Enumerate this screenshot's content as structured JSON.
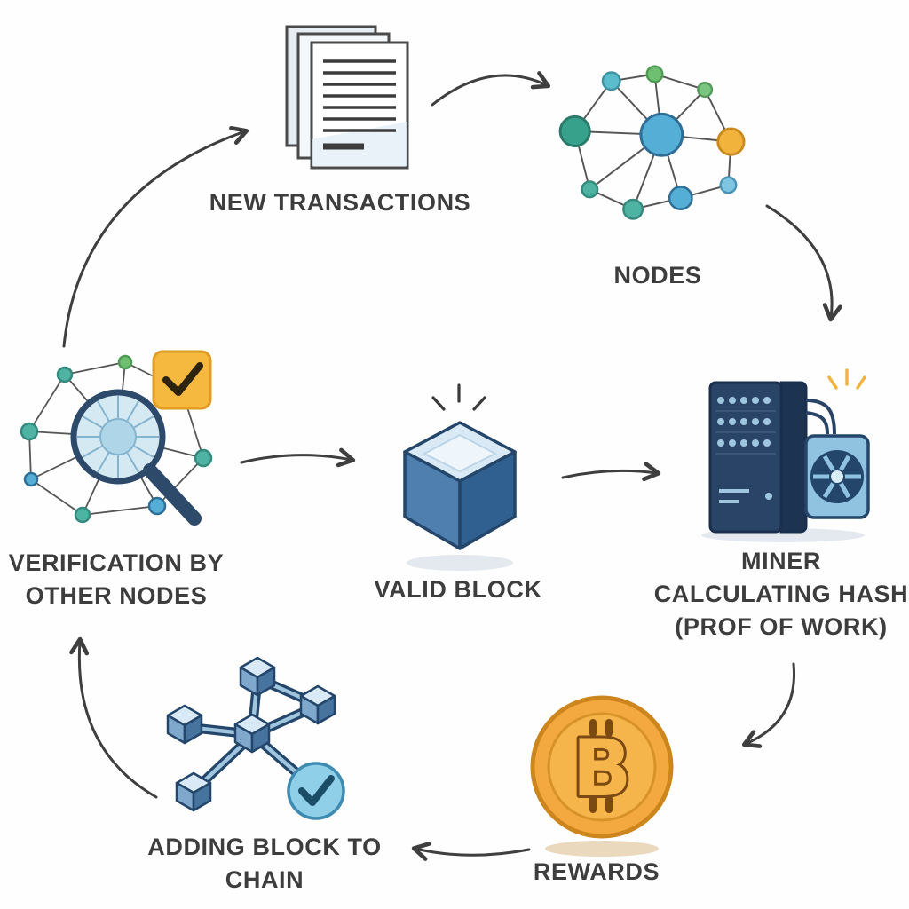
{
  "diagram": {
    "type": "cycle-flowchart",
    "steps": {
      "new_transactions": {
        "label": "NEW TRANSACTIONS",
        "icon": "documents-icon"
      },
      "nodes": {
        "label": "NODES",
        "icon": "network-graph-icon"
      },
      "miner": {
        "line1": "MINER",
        "line2": "CALCULATING HASH",
        "line3": "(PROF OF WORK)",
        "icon": "mining-server-icon"
      },
      "rewards": {
        "label": "REWARDS",
        "icon": "bitcoin-coin-icon"
      },
      "adding_block": {
        "line1": "ADDING BLOCK TO",
        "line2": "CHAIN",
        "icon": "blockchain-cubes-check-icon"
      },
      "verification": {
        "line1": "VERIFICATION BY",
        "line2": "OTHER NODES",
        "icon": "magnifier-network-icon"
      },
      "valid_block": {
        "label": "VALID BLOCK",
        "icon": "cube-icon"
      }
    },
    "flow": [
      {
        "from": "new_transactions",
        "to": "nodes"
      },
      {
        "from": "nodes",
        "to": "miner"
      },
      {
        "from": "miner",
        "to": "rewards"
      },
      {
        "from": "rewards",
        "to": "adding_block"
      },
      {
        "from": "adding_block",
        "to": "verification"
      },
      {
        "from": "verification",
        "to": "new_transactions"
      },
      {
        "from": "verification",
        "to": "valid_block"
      },
      {
        "from": "valid_block",
        "to": "miner"
      }
    ],
    "colors": {
      "text": "#3d3d3d",
      "arrow": "#3f3f3f",
      "bitcoin_orange": "#f3a93f",
      "node_blue": "#55aed6",
      "node_teal": "#38a18c",
      "node_green": "#6fbf73",
      "accent_yellow": "#f6b93f",
      "navy": "#24466b",
      "cube_blue": "#4f7fae",
      "light_blue": "#8fc3e0"
    }
  }
}
